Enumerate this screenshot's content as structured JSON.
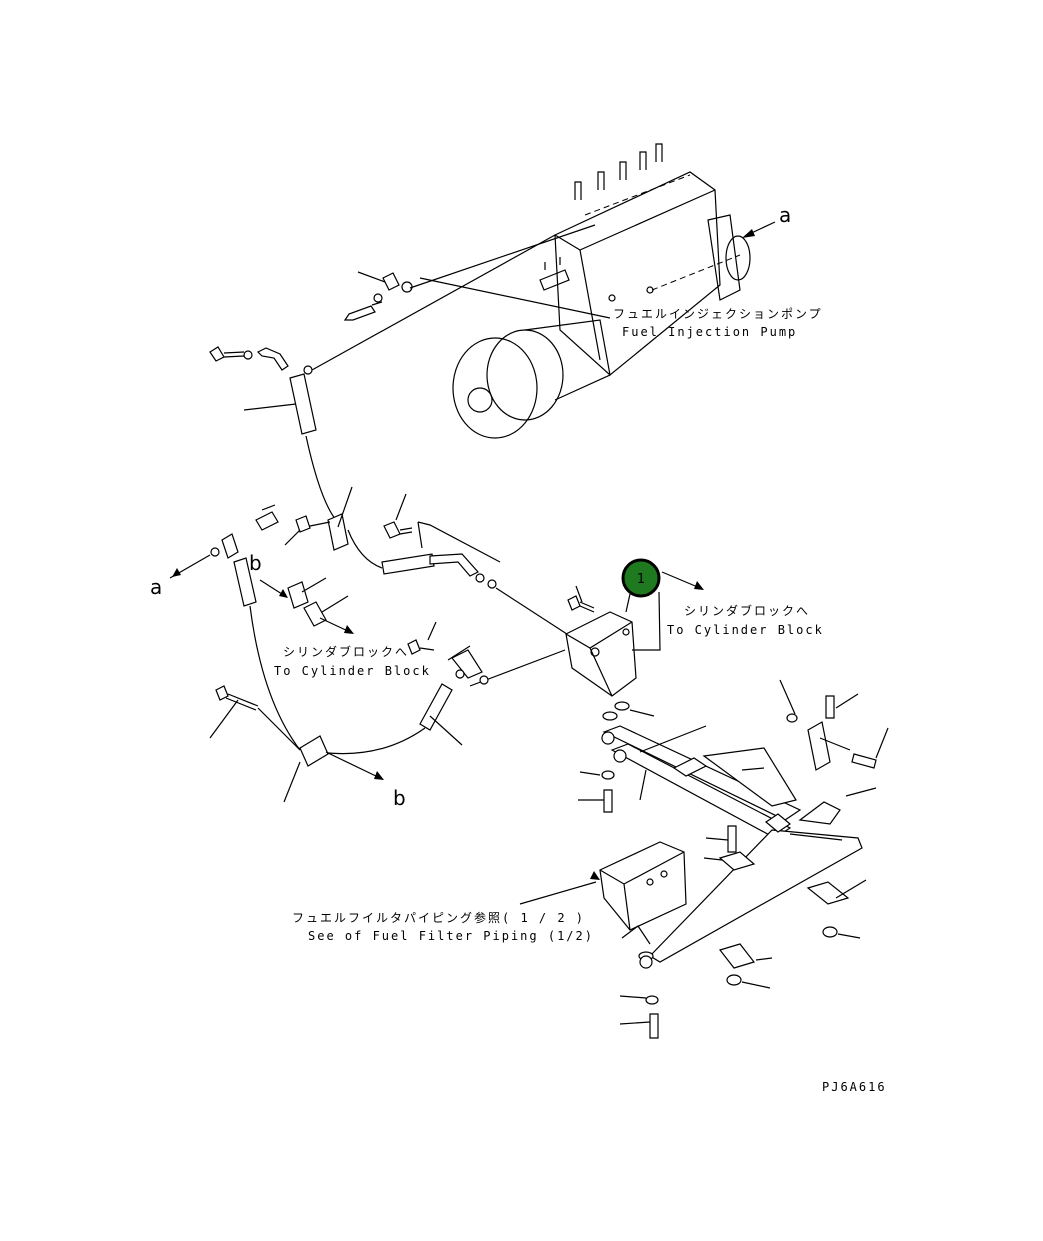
{
  "labels": {
    "fuel_injection_pump_jp": "フュエルインジェクションポンプ",
    "fuel_injection_pump_en": "Fuel Injection Pump",
    "cylinder_block_jp_right": "シリンダブロックへ",
    "cylinder_block_en_right": "To Cylinder Block",
    "cylinder_block_jp_left": "シリンダブロックへ",
    "cylinder_block_en_left": "To Cylinder Block",
    "filter_piping_jp": "フュエルフイルタパイピング参照( 1 / 2 )",
    "filter_piping_en": "See of Fuel Filter Piping (1/2)",
    "drawing_code": "PJ6A616"
  },
  "callouts": {
    "a_top": "a",
    "a_left": "a",
    "b_upper": "b",
    "b_lower": "b"
  },
  "badge": {
    "number": "1",
    "color": "#1f7a1f"
  }
}
